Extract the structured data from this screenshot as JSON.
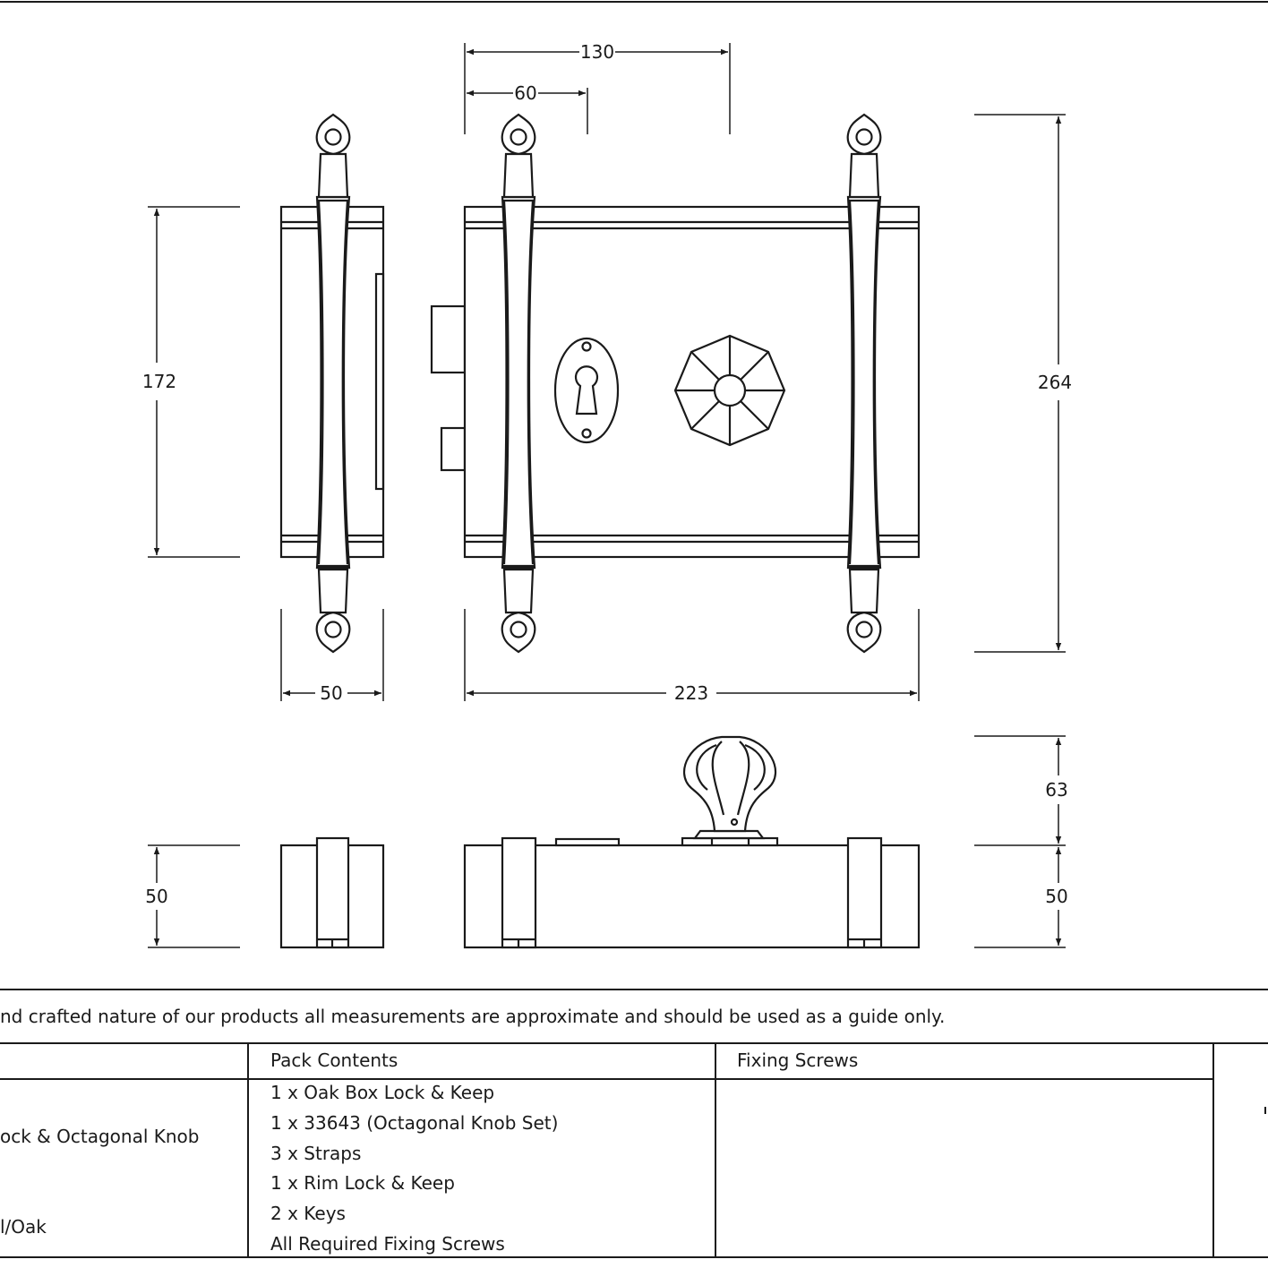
{
  "dimensions": {
    "top_width_130": "130",
    "strap_offset_60": "60",
    "body_height_172": "172",
    "overall_height_264": "264",
    "side_depth_50": "50",
    "overall_width_223": "223",
    "knob_projection_63": "63",
    "section_left_50": "50",
    "section_right_50": "50"
  },
  "disclaimer": "nd crafted nature of our products all measurements are approximate and should be used as a guide only.",
  "table": {
    "headers": [
      "Pack Contents",
      "Fixing Screws"
    ],
    "left_column": [
      "ock & Octagonal Knob",
      "l/Oak"
    ],
    "pack_contents": [
      "1 x Oak Box Lock & Keep",
      "1 x 33643 (Octagonal Knob Set)",
      "3 x Straps",
      "1 x Rim Lock & Keep",
      "2 x Keys",
      "All Required Fixing Screws"
    ],
    "fixing_screws": ""
  },
  "colors": {
    "line": "#1a1a1a",
    "background": "#ffffff"
  }
}
